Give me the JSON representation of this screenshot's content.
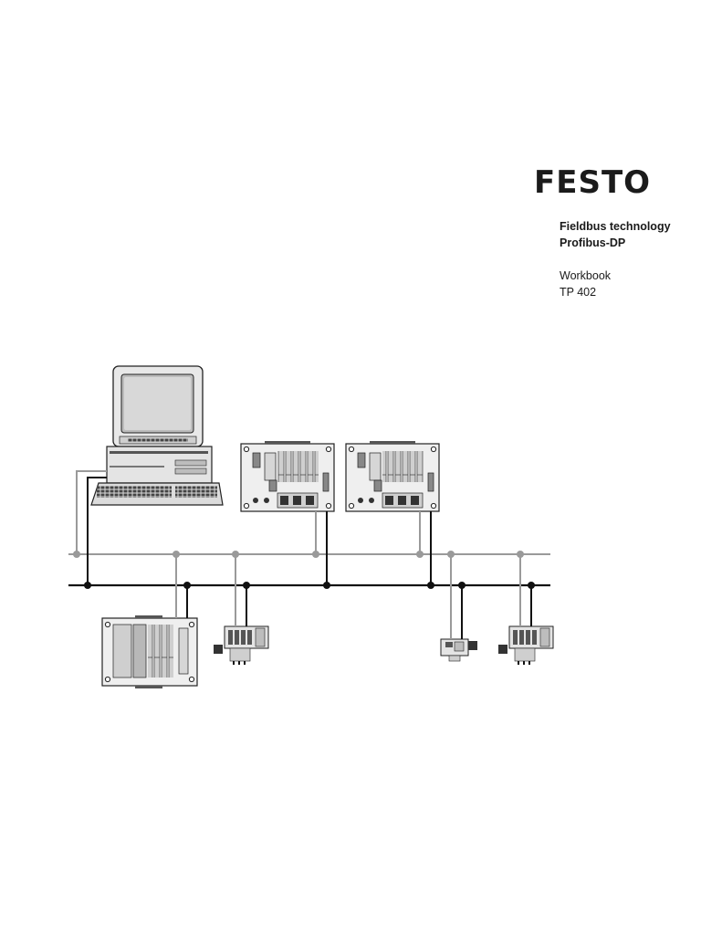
{
  "brand": {
    "logo_text": "FESTO"
  },
  "title": {
    "line1": "Fieldbus technology",
    "line2": "Profibus-DP"
  },
  "subtitle": {
    "line1": "Workbook",
    "line2": "TP 402"
  },
  "colors": {
    "bus_grey": "#9a9a9a",
    "bus_black": "#111111",
    "device_fill": "#e6e6e6",
    "device_stroke": "#222222"
  },
  "diagram": {
    "icons": [
      "pc-workstation-icon",
      "plc-rack-icon",
      "valve-terminal-icon",
      "io-module-icon"
    ]
  }
}
